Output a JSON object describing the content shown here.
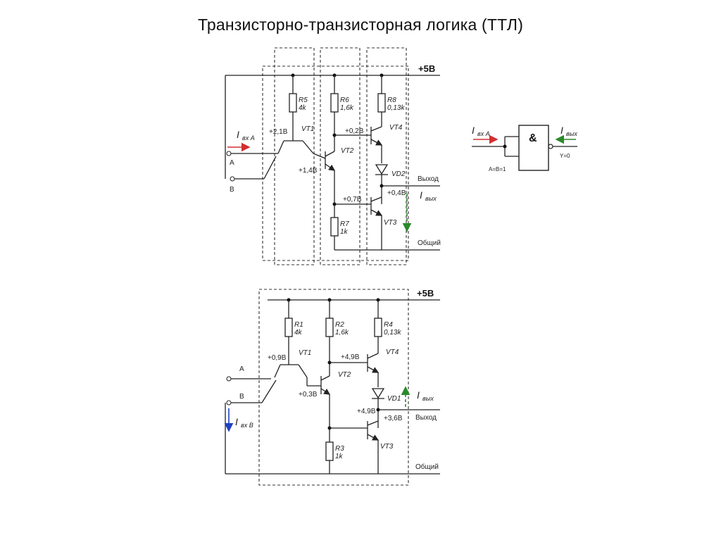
{
  "title": "Транзисторно-транзисторная логика (ТТЛ)",
  "top_circuit": {
    "supply": "+5В",
    "R5": "R5",
    "R5_val": "4k",
    "R6": "R6",
    "R6_val": "1,6k",
    "R8": "R8",
    "R8_val": "0,13k",
    "R7": "R7",
    "R7_val": "1k",
    "VT1": "VT1",
    "VT2": "VT2",
    "VT3": "VT3",
    "VT4": "VT4",
    "VD2": "VD2",
    "v_vt1_base": "+2,1В",
    "v_vt2_base": "+1,4В",
    "v_vt2_coll": "+0,2В",
    "v_vt3_base": "+0,7В",
    "v_out": "+0,4В",
    "input_a": "A",
    "input_b": "B",
    "i_in": "I",
    "i_in_sub": "вх А",
    "i_out": "I",
    "i_out_sub": "вых",
    "output": "Выход",
    "common": "Общий"
  },
  "gate": {
    "symbol": "&",
    "i_in": "I",
    "i_in_sub": "вх А",
    "i_out": "I",
    "i_out_sub": "вых",
    "cond": "A=B=1",
    "out": "Y=0"
  },
  "bottom_circuit": {
    "supply": "+5В",
    "R1": "R1",
    "R1_val": "4k",
    "R2": "R2",
    "R2_val": "1,6k",
    "R4": "R4",
    "R4_val": "0,13k",
    "R3": "R3",
    "R3_val": "1k",
    "VT1": "VT1",
    "VT2": "VT2",
    "VT3": "VT3",
    "VT4": "VT4",
    "VD1": "VD1",
    "v_vt1_base": "+0,9В",
    "v_vt2_base": "+0,3В",
    "v_vt2_coll": "+4,9В",
    "v_mid": "+4,9В",
    "v_out": "+3,6В",
    "input_a": "A",
    "input_b": "B",
    "i_in": "I",
    "i_in_sub": "вх В",
    "i_out": "I",
    "i_out_sub": "вых",
    "output": "Выход",
    "common": "Общий"
  },
  "colors": {
    "in_current_arrow": "#d03030",
    "out_current_arrow": "#2a8a2a",
    "in_b_current_arrow": "#2040c0"
  }
}
